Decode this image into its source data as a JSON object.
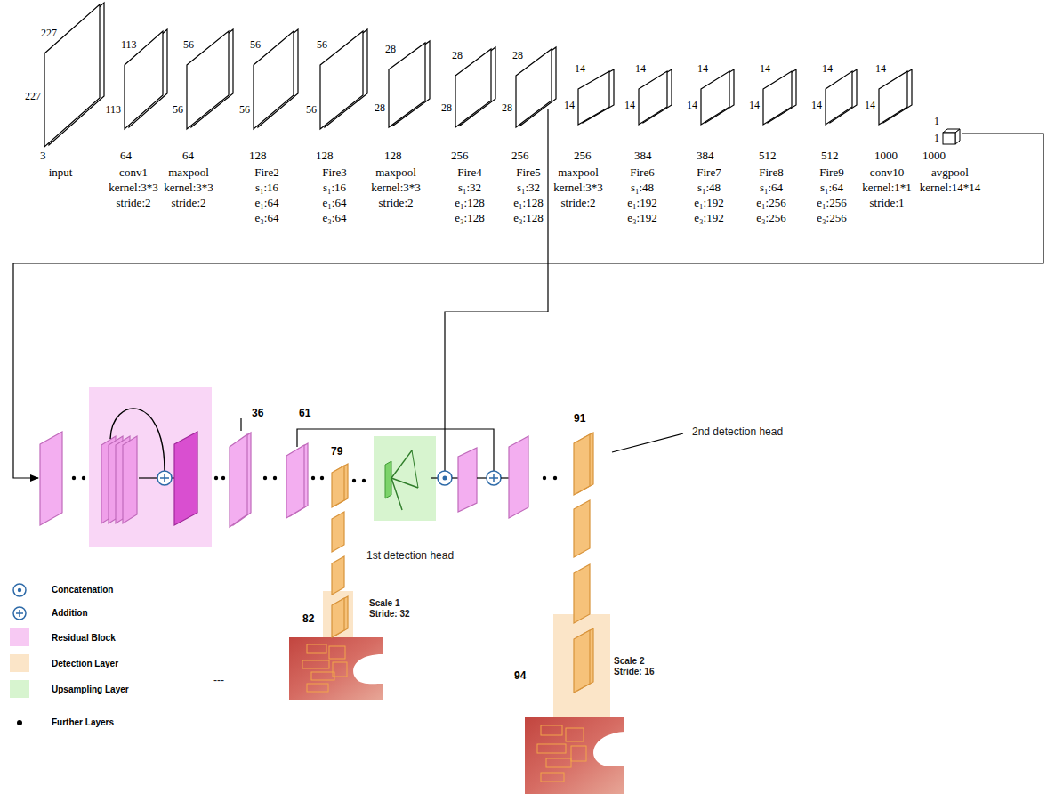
{
  "diagram": {
    "nodes": [
      {
        "text": [
          "227",
          "227",
          "3",
          "input"
        ]
      },
      {
        "text": [
          "113",
          "113",
          "64",
          "conv1 kernel:3*3 stride:2"
        ]
      },
      {
        "text": [
          "56",
          "56",
          "64",
          "maxpool kernel:3*3 stride:2"
        ]
      },
      {
        "text": [
          "56",
          "56",
          "128",
          "Fire2 s₁:16 e₁:64 e₃:64"
        ]
      },
      {
        "text": [
          "56",
          "56",
          "128",
          "Fire3 s₁:16 e₁:64 e₃:64"
        ]
      },
      {
        "text": [
          "28",
          "28",
          "128",
          "maxpool kernel:3*3 stride:2"
        ]
      },
      {
        "text": [
          "28",
          "28",
          "256",
          "Fire4 s₁:32 e₁:128 e₃:128"
        ]
      },
      {
        "text": [
          "28",
          "28",
          "256",
          "Fire5 s₁:32 e₁:128 e₃:128"
        ]
      },
      {
        "text": [
          "14",
          "14",
          "256",
          "maxpool kernel:3*3 stride:2"
        ]
      },
      {
        "text": [
          "14",
          "14",
          "384",
          "Fire6 s₁:48 e₁:192 e₃:192"
        ]
      },
      {
        "text": [
          "14",
          "14",
          "384",
          "Fire7 s₁:48 e₁:192 e₃:192"
        ]
      },
      {
        "text": [
          "14",
          "14",
          "512",
          "Fire8 s₁:64 e₁:256 e₃:256"
        ]
      },
      {
        "text": [
          "14",
          "14",
          "512",
          "Fire9 s₁:64 e₁:256 e₃:256"
        ]
      },
      {
        "text": [
          "14",
          "14",
          "1000",
          "conv10 kernel:1*1 stride:1"
        ]
      },
      {
        "text": [
          "1",
          "1",
          "1000",
          "avgpool kernel:14*14"
        ]
      },
      {
        "text": [
          "36"
        ]
      },
      {
        "text": [
          "61"
        ]
      },
      {
        "text": [
          "79"
        ]
      },
      {
        "text": [
          "82"
        ]
      },
      {
        "text": [
          "91"
        ]
      },
      {
        "text": [
          "94"
        ]
      }
    ],
    "labels": [
      "1st detection head",
      "Scale 1 Stride: 32",
      "2nd detection head",
      "Scale 2 Stride: 16",
      "---"
    ],
    "legend": [
      {
        "text": "Concatenation"
      },
      {
        "text": "Addition"
      },
      {
        "text": "Residual Block",
        "color": "#f7c9f3"
      },
      {
        "text": "Detection Layer",
        "color": "#fbe5c8"
      },
      {
        "text": "Upsampling Layer",
        "color": "#d7f4cf"
      },
      {
        "text": "Further Layers"
      }
    ]
  }
}
